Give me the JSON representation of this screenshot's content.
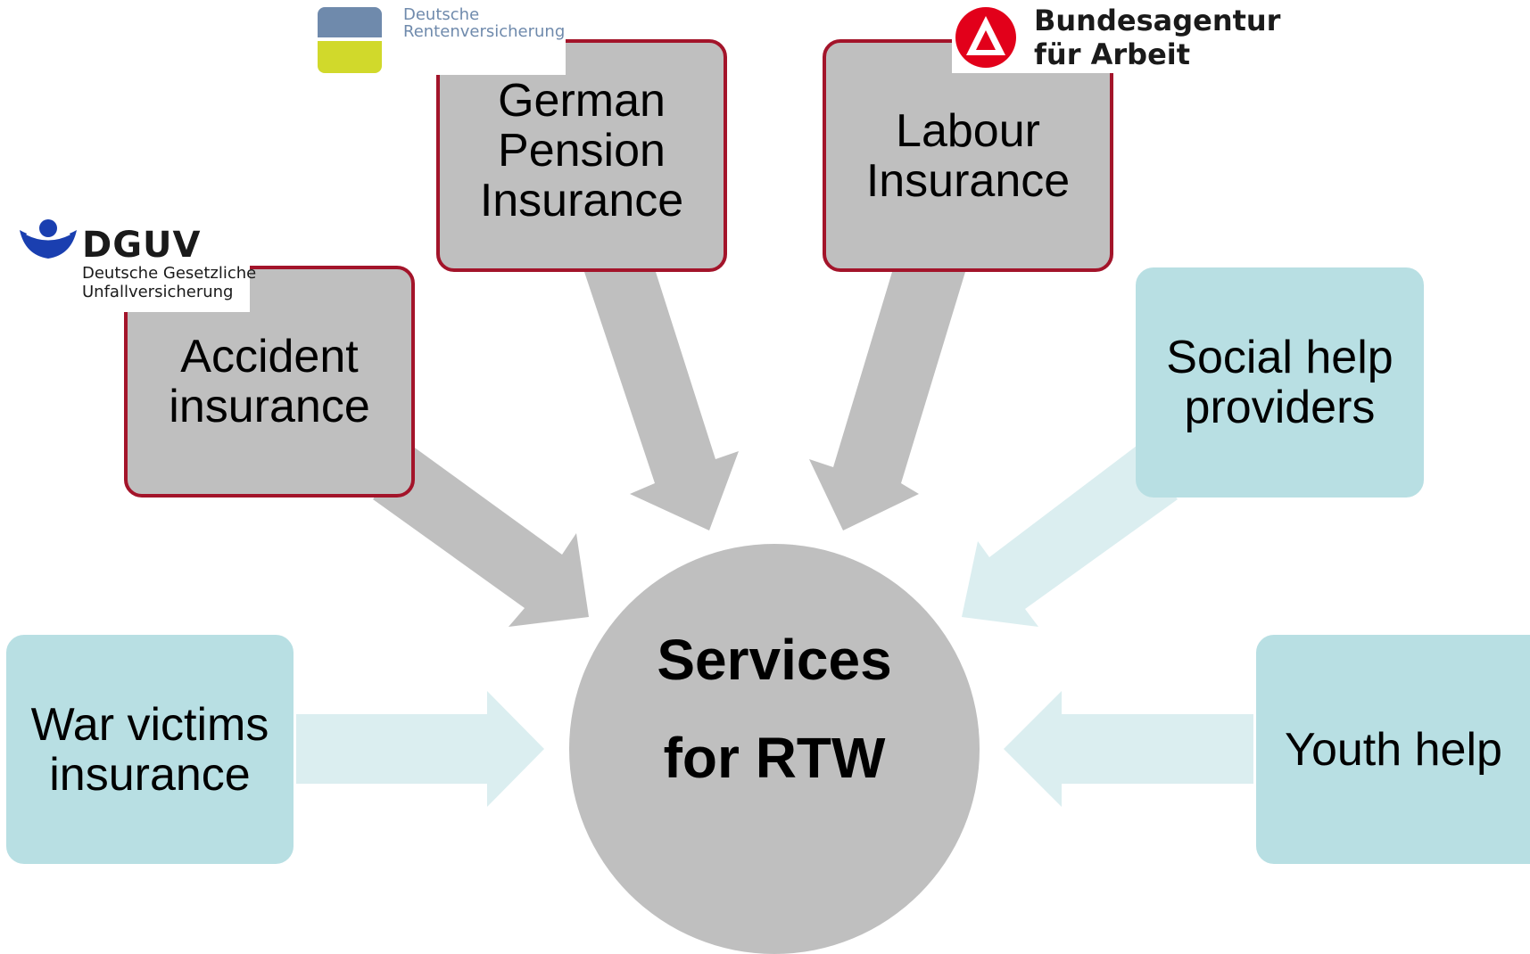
{
  "diagram": {
    "center": {
      "line1": "Services",
      "line2": "for RTW"
    },
    "boxes": {
      "accident": {
        "line1": "Accident",
        "line2": "insurance"
      },
      "pension": {
        "line1": "German",
        "line2": "Pension",
        "line3": "Insurance"
      },
      "labour": {
        "line1": "Labour",
        "line2": "Insurance"
      },
      "social": {
        "line1": "Social help",
        "line2": "providers"
      },
      "war": {
        "line1": "War victims",
        "line2": "insurance"
      },
      "youth": {
        "line1": "Youth help"
      }
    },
    "logos": {
      "dguv": {
        "name": "DGUV",
        "line1": "Deutsche Gesetzliche",
        "line2": "Unfallversicherung"
      },
      "drv": {
        "line1": "Deutsche",
        "line2": "Rentenversicherung"
      },
      "ba": {
        "line1": "Bundesagentur",
        "line2": "für Arbeit"
      }
    },
    "colors": {
      "grey_box": "#bfbfbf",
      "red_border": "#a3142a",
      "teal_box": "#b8dfe3",
      "grey_arrow": "#bfbfbf",
      "teal_arrow": "#dbeef0"
    }
  }
}
